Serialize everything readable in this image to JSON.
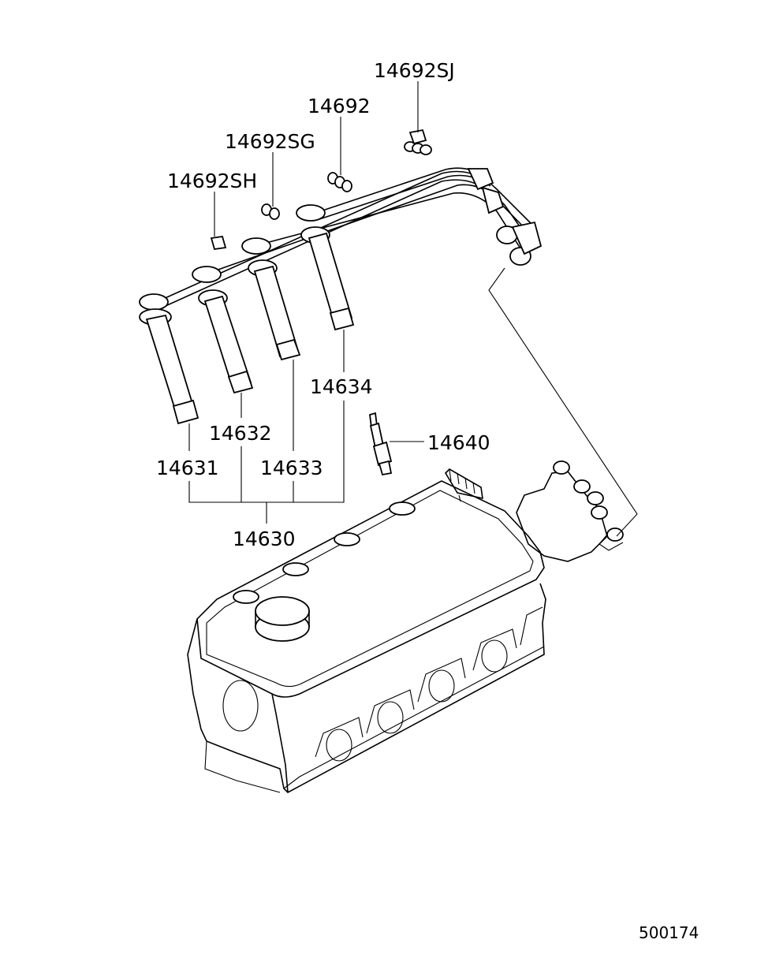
{
  "labels": {
    "p14692SJ": "14692SJ",
    "p14692": "14692",
    "p14692SG": "14692SG",
    "p14692SH": "14692SH",
    "p14634": "14634",
    "p14632": "14632",
    "p14640": "14640",
    "p14631": "14631",
    "p14633": "14633",
    "p14630": "14630"
  },
  "diagram_code": "500174"
}
